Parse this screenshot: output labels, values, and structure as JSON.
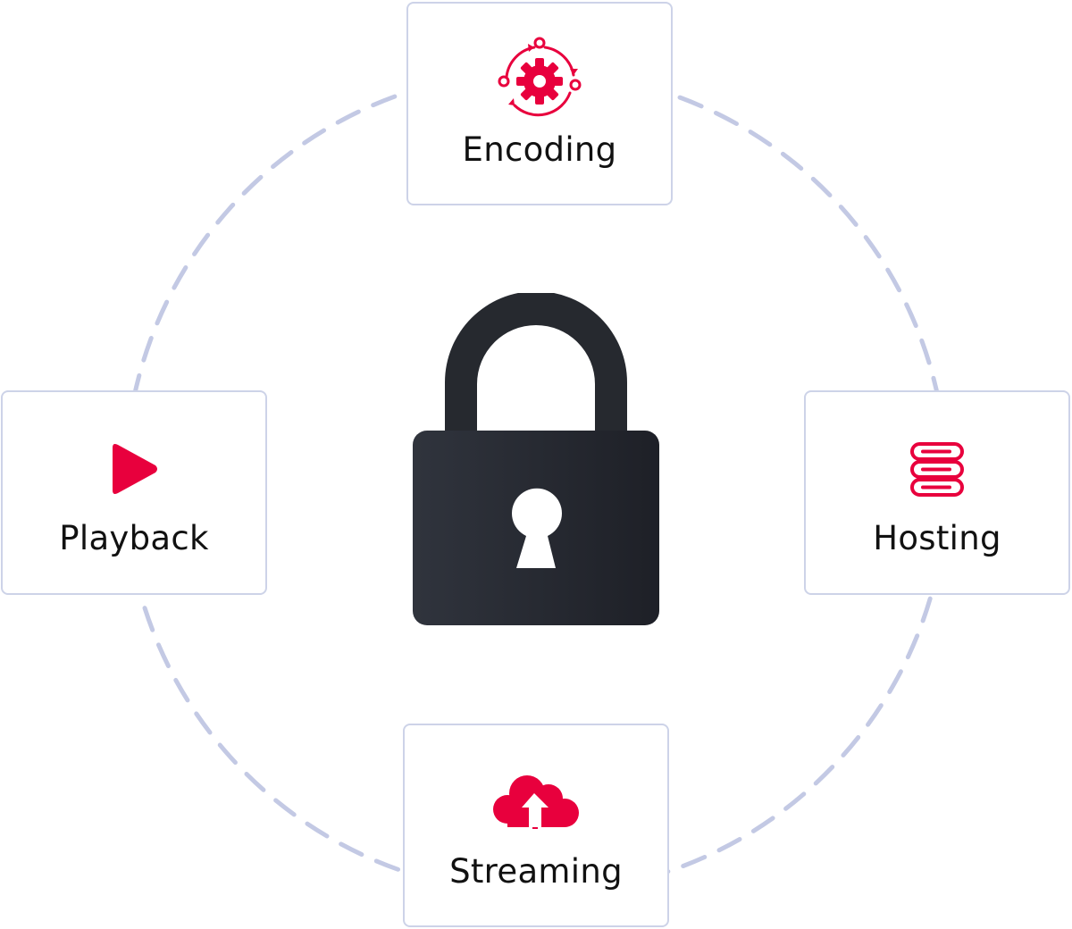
{
  "diagram": {
    "nodes": [
      {
        "id": "encoding",
        "label": "Encoding",
        "icon": "gear-cycle-icon"
      },
      {
        "id": "playback",
        "label": "Playback",
        "icon": "play-icon"
      },
      {
        "id": "hosting",
        "label": "Hosting",
        "icon": "server-stack-icon"
      },
      {
        "id": "streaming",
        "label": "Streaming",
        "icon": "cloud-upload-icon"
      }
    ],
    "center_icon": "padlock-icon"
  },
  "colors": {
    "accent": "#e8003d",
    "card_border": "#cdd3e8",
    "ring": "#c3c9e4",
    "lock_dark": "#23262e",
    "text": "#111111"
  }
}
